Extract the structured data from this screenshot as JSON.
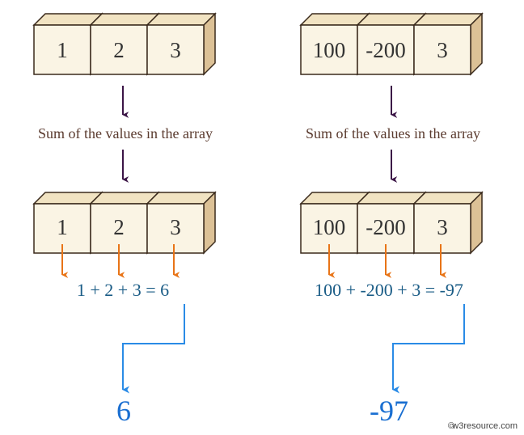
{
  "colors": {
    "cube_front": "#faf4e4",
    "cube_top": "#f1e3c2",
    "cube_side": "#dcc196",
    "cube_edge": "#3a2a1c",
    "flow_arrow": "#3b1546",
    "orange_arrow": "#e87417",
    "result_connector": "#2a8be6",
    "equation_text": "#1a5c86",
    "result_text": "#1a6fd1"
  },
  "examples": [
    {
      "input_array": [
        "1",
        "2",
        "3"
      ],
      "caption": "Sum of the values in the array",
      "output_array": [
        "1",
        "2",
        "3"
      ],
      "equation": "1 + 2 + 3 = 6",
      "result": "6"
    },
    {
      "input_array": [
        "100",
        "-200",
        "3"
      ],
      "caption": "Sum of the values in the array",
      "output_array": [
        "100",
        "-200",
        "3"
      ],
      "equation": "100 + -200 + 3 = -97",
      "result": "-97"
    }
  ],
  "footer": {
    "copyright_symbol": "©",
    "text": "w3resource.com"
  }
}
